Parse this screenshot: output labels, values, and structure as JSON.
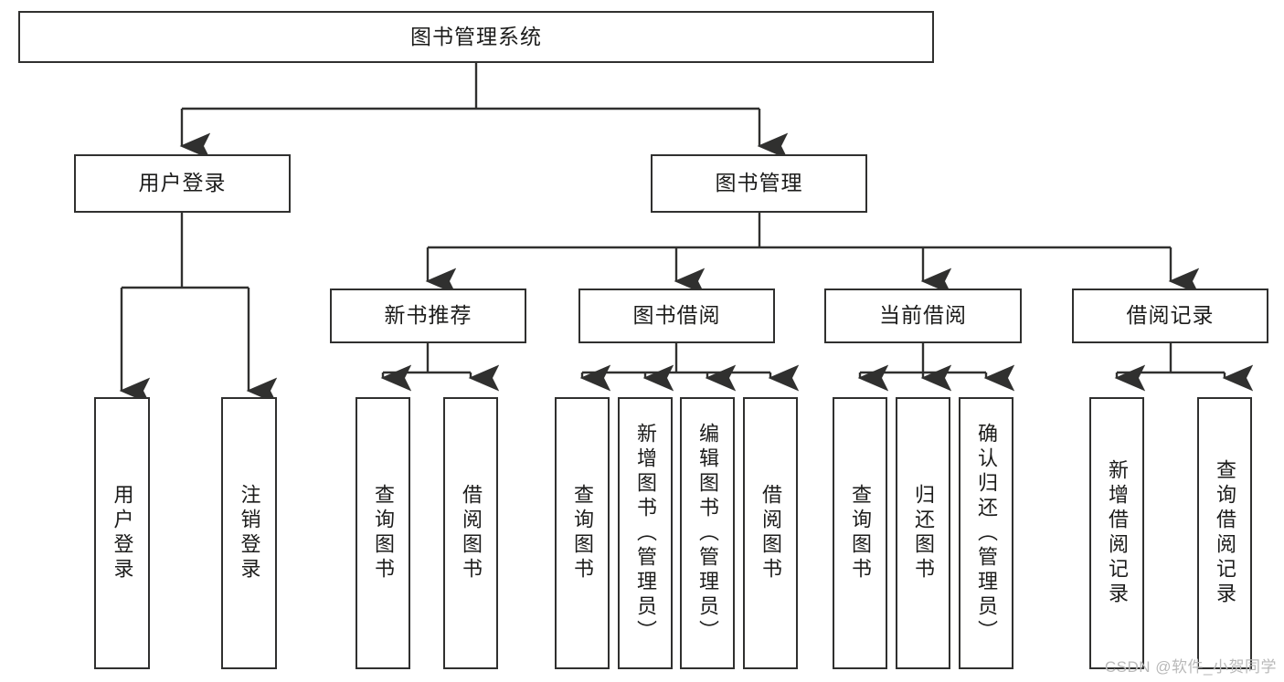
{
  "diagram": {
    "type": "tree-hierarchy-chart",
    "title_node": {
      "label": "图书管理系统"
    },
    "level2": [
      {
        "id": "user-login",
        "label": "用户登录"
      },
      {
        "id": "book-management",
        "label": "图书管理"
      }
    ],
    "level3": [
      {
        "id": "new-book-recommend",
        "label": "新书推荐",
        "parent": "book-management"
      },
      {
        "id": "book-borrow",
        "label": "图书借阅",
        "parent": "book-management"
      },
      {
        "id": "current-borrow",
        "label": "当前借阅",
        "parent": "book-management"
      },
      {
        "id": "borrow-record",
        "label": "借阅记录",
        "parent": "book-management"
      }
    ],
    "leaves": [
      {
        "id": "leaf-user-login",
        "label": "用户登录",
        "parent": "user-login"
      },
      {
        "id": "leaf-logout-login",
        "label": "注销登录",
        "parent": "user-login"
      },
      {
        "id": "leaf-query-book-1",
        "label": "查询图书",
        "parent": "new-book-recommend"
      },
      {
        "id": "leaf-borrow-book-1",
        "label": "借阅图书",
        "parent": "new-book-recommend"
      },
      {
        "id": "leaf-query-book-2",
        "label": "查询图书",
        "parent": "book-borrow"
      },
      {
        "id": "leaf-add-book-admin",
        "label": "新增图书（管理员）",
        "parent": "book-borrow"
      },
      {
        "id": "leaf-edit-book-admin",
        "label": "编辑图书（管理员）",
        "parent": "book-borrow"
      },
      {
        "id": "leaf-borrow-book-2",
        "label": "借阅图书",
        "parent": "book-borrow"
      },
      {
        "id": "leaf-query-book-3",
        "label": "查询图书",
        "parent": "current-borrow"
      },
      {
        "id": "leaf-return-book",
        "label": "归还图书",
        "parent": "current-borrow"
      },
      {
        "id": "leaf-confirm-return-admin",
        "label": "确认归还（管理员）",
        "parent": "current-borrow"
      },
      {
        "id": "leaf-add-borrow-record",
        "label": "新增借阅记录",
        "parent": "borrow-record"
      },
      {
        "id": "leaf-query-borrow-record",
        "label": "查询借阅记录",
        "parent": "borrow-record"
      }
    ],
    "watermark": "CSDN @软件_小贺同学",
    "colors": {
      "box_border": "#30302f",
      "box_fill": "#ffffff",
      "text": "#1c1c1b",
      "connector": "#30302f",
      "watermark": "#b9b9b9",
      "background": "#ffffff"
    }
  }
}
